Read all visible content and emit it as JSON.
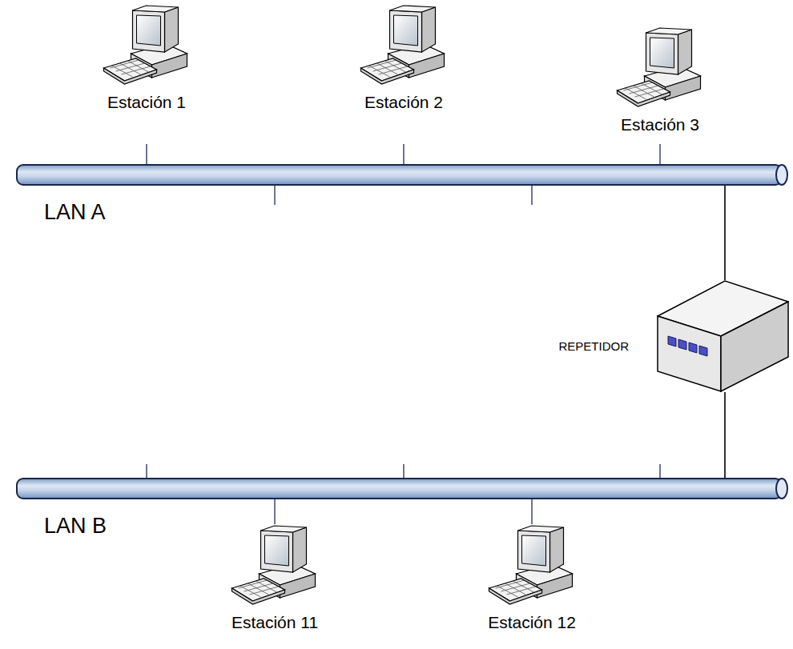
{
  "diagram": {
    "nodes": [
      {
        "text": [
          "Estación 1"
        ]
      },
      {
        "text": [
          "Estación 2"
        ]
      },
      {
        "text": [
          "Estación 3"
        ]
      },
      {
        "text": [
          "LAN A"
        ]
      },
      {
        "text": [
          "REPETIDOR"
        ]
      },
      {
        "text": [
          "LAN B"
        ]
      },
      {
        "text": [
          "Estación 11"
        ]
      },
      {
        "text": [
          "Estación 12"
        ]
      }
    ],
    "edges": [
      {
        "from": 0,
        "to": 3,
        "arrow": "none"
      },
      {
        "from": 1,
        "to": 3,
        "arrow": "none"
      },
      {
        "from": 2,
        "to": 3,
        "arrow": "none"
      },
      {
        "from": 4,
        "to": 3,
        "arrow": "none"
      },
      {
        "from": 4,
        "to": 5,
        "arrow": "none"
      },
      {
        "from": 6,
        "to": 5,
        "arrow": "none"
      },
      {
        "from": 7,
        "to": 5,
        "arrow": "none"
      }
    ]
  }
}
